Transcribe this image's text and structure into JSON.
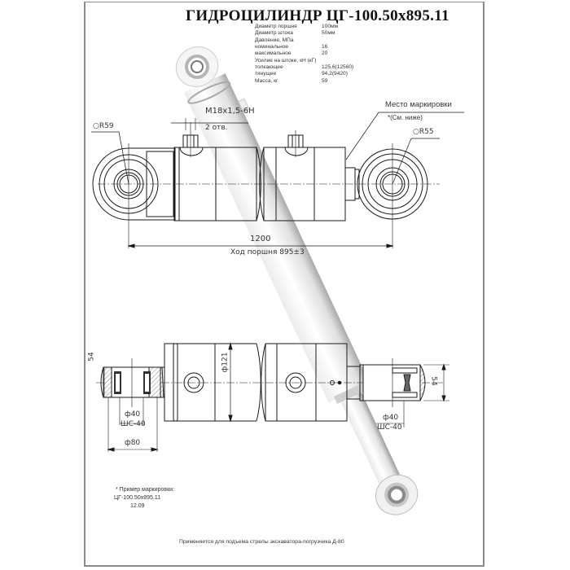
{
  "title": "ГИДРОЦИЛИНДР  ЦГ-100.50х895.11",
  "specs": [
    {
      "label": "Диаметр поршня",
      "value": "100мм"
    },
    {
      "label": "Диаметр штока",
      "value": "50мм"
    },
    {
      "label": "Давление, МПа",
      "value": ""
    },
    {
      "label": "номинальное",
      "value": "16"
    },
    {
      "label": "максимальное",
      "value": "20"
    },
    {
      "label": "Усилие на штоке, кН (кГ)",
      "value": ""
    },
    {
      "label": "толкающее",
      "value": "125,6(12560)"
    },
    {
      "label": "тянущее",
      "value": "94,2(9420)"
    },
    {
      "label": "Масса, кг",
      "value": "59"
    }
  ],
  "dimensions": {
    "thread": "М18х1,5-6Н",
    "thread_count": "2 отв.",
    "radius_left": "R59",
    "radius_right": "R55",
    "length": "1200",
    "stroke": "Ход поршня 895±3",
    "height_left": "54",
    "height_right": "54",
    "bore_diameter": "ф121",
    "pin_left": "ф40",
    "bearing_left": "ШС-40",
    "eye_left": "ф80",
    "pin_right": "ф40",
    "bearing_right": "ШС-40"
  },
  "marking_callout": {
    "label": "Место маркировки",
    "sublabel": "*(См. ниже)"
  },
  "marking_example": {
    "heading": "* Пример маркировки:",
    "code": "ЦГ-100.50х895.11",
    "date": "12.09"
  },
  "footer": "Применяется для подъема стрелы экскаватора-погрузчика Д-80",
  "colors": {
    "line": "#1a1a1a",
    "frame": "#8a8a8a",
    "render_light": "#f4f4f4",
    "render_dark": "#9a9a9a"
  }
}
